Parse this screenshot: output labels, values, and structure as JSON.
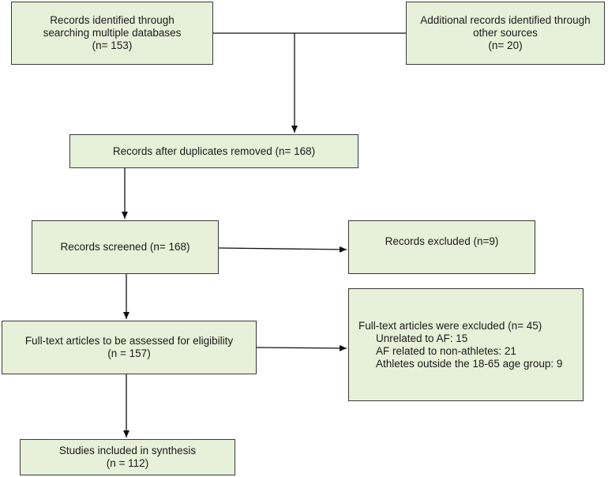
{
  "boxes": {
    "identified": {
      "line1": "Records identified through",
      "line2": "searching multiple databases",
      "count": "(n= 153)"
    },
    "additional": {
      "line1": "Additional records identified through",
      "line2": "other sources",
      "count": "(n= 20)"
    },
    "deduplicated": {
      "text": "Records after duplicates removed (n= 168)"
    },
    "screened": {
      "text": "Records screened (n= 168)"
    },
    "excluded": {
      "text": "Records excluded (n=9)"
    },
    "fulltext": {
      "line1": "Full-text articles to be assessed for eligibility",
      "count": "(n = 157)"
    },
    "fulltext_excluded": {
      "heading": "Full-text articles were excluded (n= 45)",
      "reasons": [
        "Unrelated to AF: 15",
        "AF related to non-athletes: 21",
        "Athletes outside the 18-65 age group: 9"
      ]
    },
    "included": {
      "line1": "Studies included in synthesis",
      "count": "(n = 112)"
    }
  }
}
